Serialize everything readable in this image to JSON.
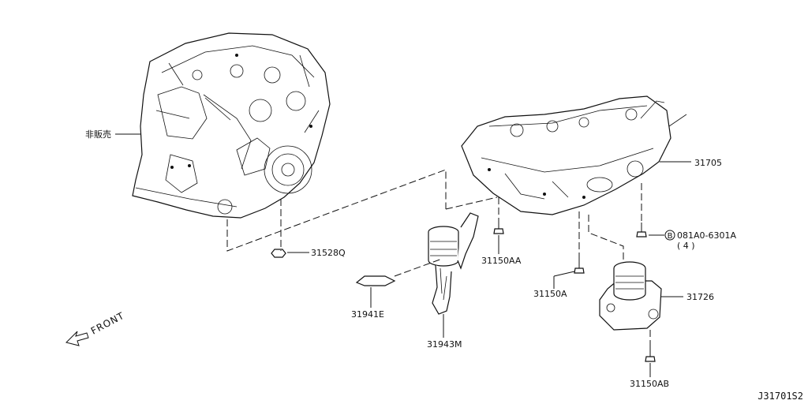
{
  "callouts": {
    "transmission": "非販売",
    "control_valve": "31705",
    "nut": "31528Q",
    "bolt_aa": "31150AA",
    "bolt_a": "31150A",
    "bolt_ab": "31150AB",
    "bolt_b": "081A0-6301A",
    "bolt_b_marker": "B",
    "bolt_b_qty": "( 4 )",
    "pump": "31726",
    "gasket": "31941E",
    "solenoid": "31943M"
  },
  "front_label": "FRONT",
  "diagram_ref": "J31701S2"
}
